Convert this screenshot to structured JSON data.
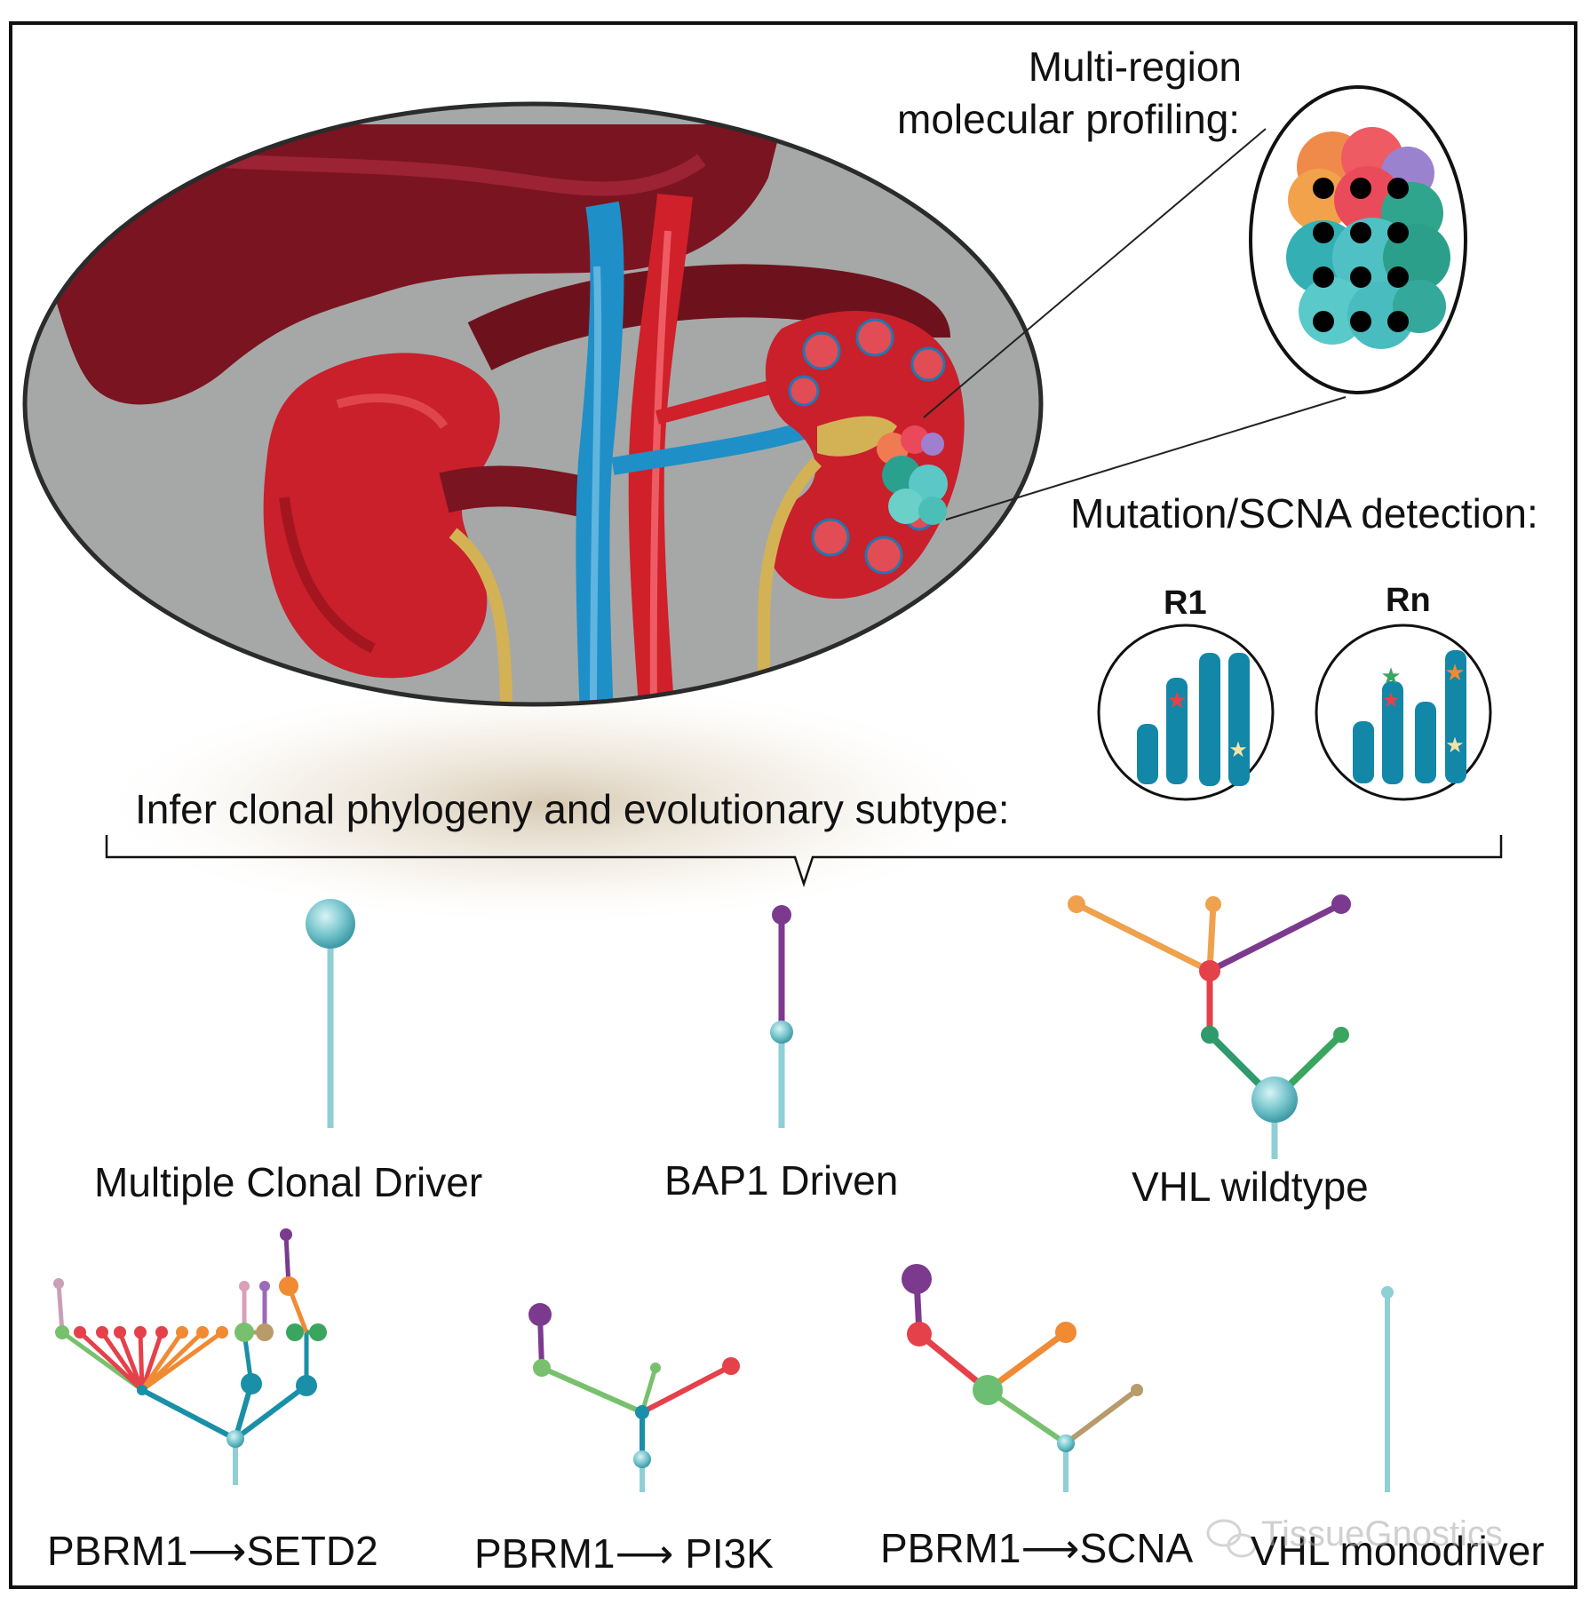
{
  "profiling_label": [
    "Multi-region",
    "molecular profiling:"
  ],
  "detection_label": "Mutation/SCNA detection:",
  "region_labels": [
    "R1",
    "Rn"
  ],
  "infer_label": "Infer clonal phylogeny and evolutionary subtype:",
  "subtypes_row1": [
    "Multiple Clonal Driver",
    "BAP1 Driven",
    "VHL wildtype"
  ],
  "subtypes_row2": [
    {
      "left": "PBRM1",
      "arrow": "⟶",
      "right": "SETD2"
    },
    {
      "left": "PBRM1",
      "arrow": "⟶",
      "right": "PI3K"
    },
    {
      "left": "PBRM1",
      "arrow": "⟶",
      "right": "SCNA"
    },
    {
      "left": "VHL monodriver",
      "arrow": "",
      "right": ""
    }
  ],
  "watermark": "TissueGnostics",
  "colors": {
    "trunk": "#8fcfd5",
    "blue_node": "#1a8fa8",
    "purple": "#7c3a8e",
    "red": "#e5414a",
    "orange": "#f08a33",
    "green": "#3aa55f",
    "light_green": "#78c06e",
    "tan": "#b89b6a",
    "chromosome": "#1287a8",
    "vein": "#1f8fc8",
    "artery": "#d0202a",
    "ureter": "#d3b256"
  },
  "icons": [
    "kidney-illustration",
    "tumor-sample-icon",
    "chromosome-icon",
    "star-mutation-icon",
    "phylogeny-tree-icon",
    "wechat-icon"
  ]
}
